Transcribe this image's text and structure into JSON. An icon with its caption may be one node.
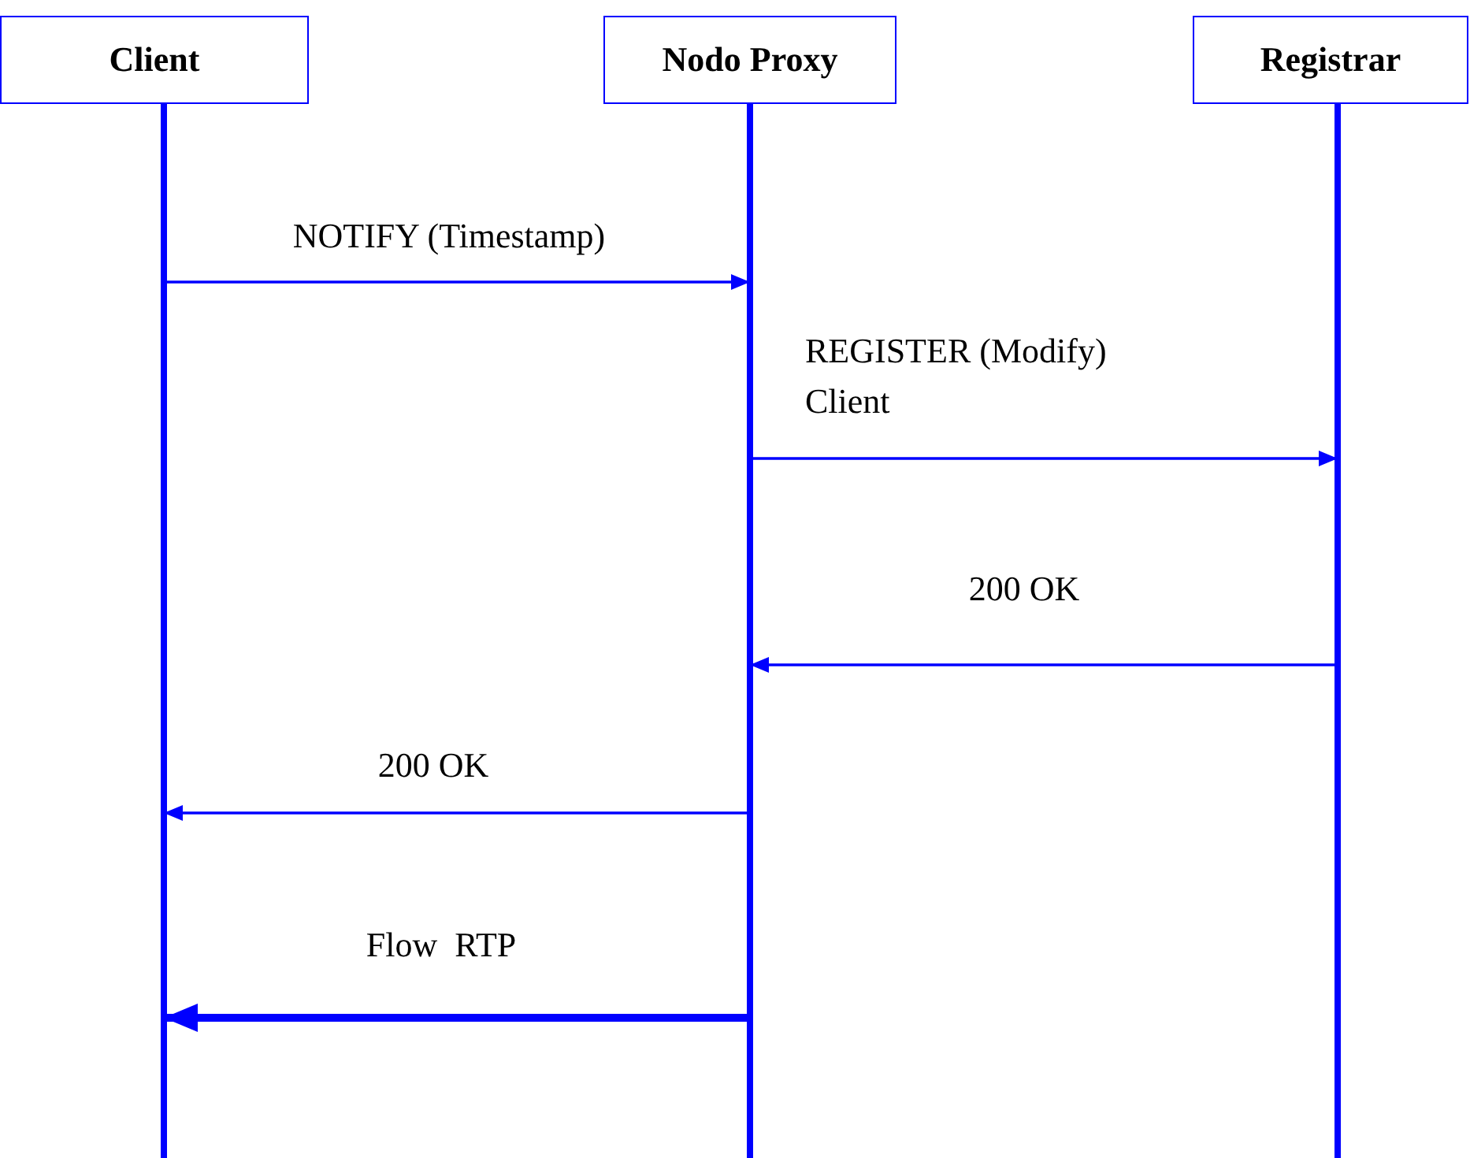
{
  "diagram": {
    "nodes": [
      {
        "text": [
          "Client"
        ]
      },
      {
        "text": [
          "Nodo Proxy"
        ]
      },
      {
        "text": [
          "Registrar"
        ]
      }
    ],
    "edges": [
      {
        "from": 0,
        "to": 1,
        "arrow": "to",
        "label": "NOTIFY (Timestamp)"
      },
      {
        "from": 1,
        "to": 2,
        "arrow": "to",
        "label": "REGISTER (Modify) Client"
      },
      {
        "from": 2,
        "to": 1,
        "arrow": "to",
        "label": "200 OK"
      },
      {
        "from": 1,
        "to": 0,
        "arrow": "to",
        "label": "200 OK"
      },
      {
        "from": 1,
        "to": 0,
        "arrow": "to",
        "label": "Flow  RTP",
        "style": "thick"
      }
    ]
  }
}
